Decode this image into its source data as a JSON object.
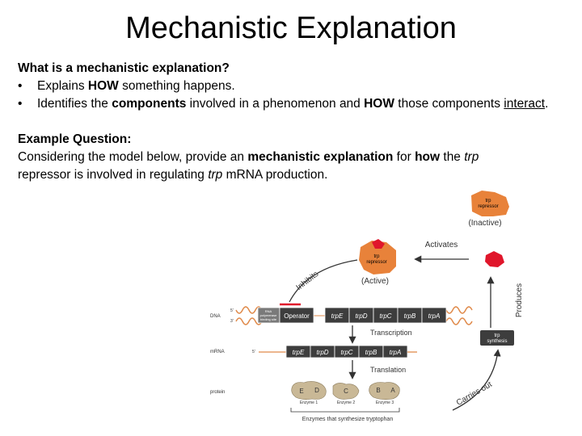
{
  "title": "Mechanistic Explanation",
  "intro": {
    "question": "What is a mechanistic explanation?",
    "bullet_symbol": "•",
    "bullet1_pre": "Explains ",
    "bullet1_bold": "HOW",
    "bullet1_post": " something happens.",
    "bullet2_pre": "Identifies the ",
    "bullet2_bold1": "components",
    "bullet2_mid": " involved in a phenomenon and ",
    "bullet2_bold2": "HOW",
    "bullet2_mid2": " those components ",
    "bullet2_underlined": "interact",
    "bullet2_end": "."
  },
  "example": {
    "heading": "Example Question:",
    "line1_pre": "Considering the model below, provide an ",
    "line1_bold1": "mechanistic explanation",
    "line1_mid": " for ",
    "line1_bold2": "how",
    "line1_mid2": " the ",
    "line1_italic": "trp",
    "line2_pre": "repressor is involved in regulating ",
    "line2_italic": "trp",
    "line2_post": " mRNA production."
  },
  "diagram": {
    "repressor_inactive_l1": "trp",
    "repressor_inactive_l2": "repressor",
    "inactive_label": "(Inactive)",
    "repressor_active_l1": "trp",
    "repressor_active_l2": "repressor",
    "active_label": "(Active)",
    "activates": "Activates",
    "inhibits": "Inhibits",
    "produces": "Produces",
    "carries_out": "Carries out",
    "trp_synthesis_l1": "trp",
    "trp_synthesis_l2": "synthesis",
    "row_dna": "DNA",
    "row_mrna": "mRNA",
    "row_protein": "protein",
    "dna_5": "5'",
    "dna_3": "3'",
    "mrna_5": "5'",
    "rna_pol_l1": "RNA",
    "rna_pol_l2": "polymerase",
    "rna_pol_l3": "binding site",
    "operator": "Operator",
    "genes": [
      "trpE",
      "trpD",
      "trpC",
      "trpB",
      "trpA"
    ],
    "mrna_genes": [
      "trpE",
      "trpD",
      "trpC",
      "trpB",
      "trpA"
    ],
    "transcription": "Transcription",
    "translation": "Translation",
    "enzyme_letters": [
      "E",
      "D",
      "C",
      "B",
      "A"
    ],
    "enzyme1": "Enzyme 1",
    "enzyme2": "Enzyme 2",
    "enzyme3": "Enzyme 3",
    "enzymes_caption": "Enzymes that synthesize tryptophan"
  },
  "colors": {
    "repressor": "#e8823a",
    "tryptophan": "#e0162b",
    "gene_box": "#3d3d3d",
    "enzyme": "#c9b896",
    "dna": "#e08a4a"
  }
}
